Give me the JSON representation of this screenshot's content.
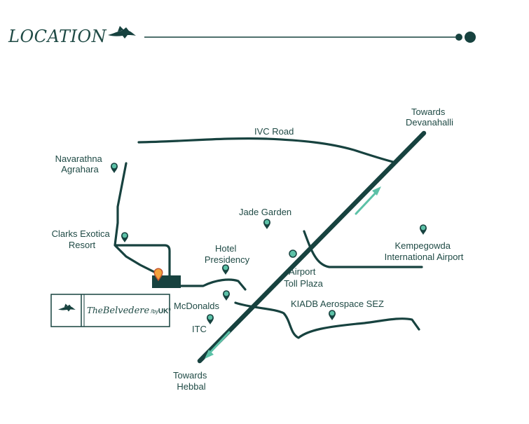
{
  "header": {
    "title": "LOCATION",
    "icon": "bird-icon"
  },
  "colors": {
    "primary": "#17423f",
    "accent": "#5cc1a7",
    "site_marker": "#f2a23c"
  },
  "map": {
    "roads": {
      "ivc_road": "IVC Road"
    },
    "places": {
      "towards_devanahalli": [
        "Towards",
        "Devanahalli"
      ],
      "navarathna_agrahara": [
        "Navarathna",
        "Agrahara"
      ],
      "jade_garden": "Jade Garden",
      "clarks_exotica": [
        "Clarks Exotica",
        "Resort"
      ],
      "hotel_presidency": [
        "Hotel",
        "Presidency"
      ],
      "kempegowda": [
        "Kempegowda",
        "International Airport"
      ],
      "airport_toll": [
        "Airport",
        "Toll Plaza"
      ],
      "mcdonalds": "McDonalds",
      "kiadb": "KIADB Aerospace SEZ",
      "itc": "ITC",
      "towards_hebbal": [
        "Towards",
        "Hebbal"
      ]
    }
  },
  "brand": {
    "name_prefix": "The",
    "name": "Belvedere",
    "by": "/by",
    "company": "UK",
    "company_sup": "n",
    "logo_icon": "bird-icon"
  }
}
